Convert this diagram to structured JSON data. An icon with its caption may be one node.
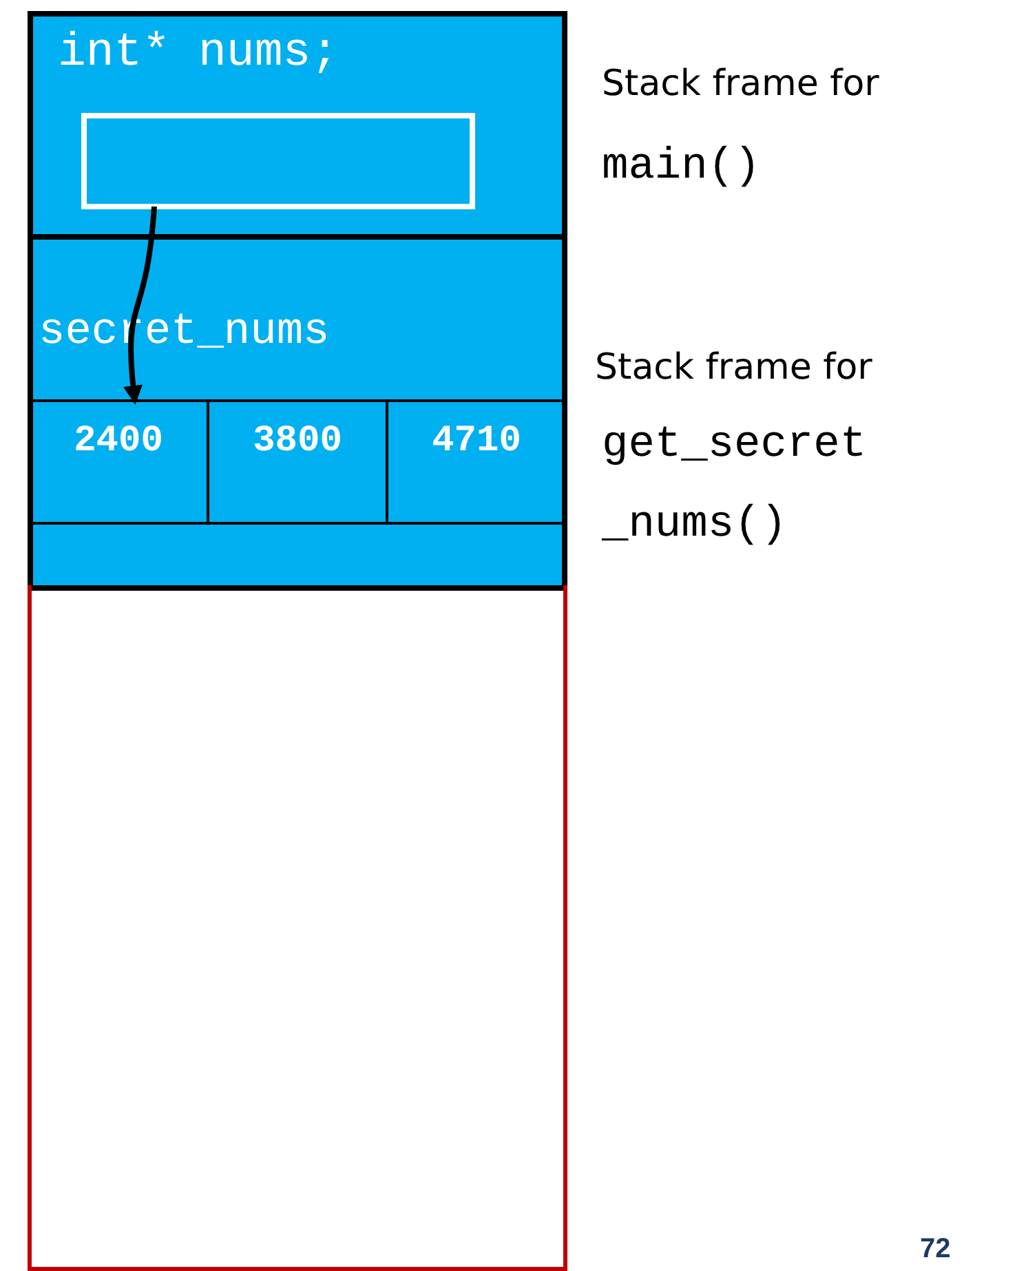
{
  "diagram": {
    "nodes": [
      {
        "text": [
          "int* nums;"
        ],
        "beside": [
          "Stack frame for",
          "main()"
        ]
      },
      {
        "text": [],
        "shape": "box",
        "in": 0
      },
      {
        "text": [
          "secret_nums"
        ],
        "beside": [
          "Stack frame for",
          "get_secret_nums()"
        ]
      },
      {
        "text": [
          "2400"
        ],
        "in": 2
      },
      {
        "text": [
          "3800"
        ],
        "in": 2
      },
      {
        "text": [
          "4710"
        ],
        "in": 2
      },
      {
        "text": [],
        "shape": "box"
      }
    ],
    "edges": [
      {
        "from": 1,
        "to": 3,
        "arrow": "to"
      }
    ],
    "labels": [
      "72"
    ]
  }
}
